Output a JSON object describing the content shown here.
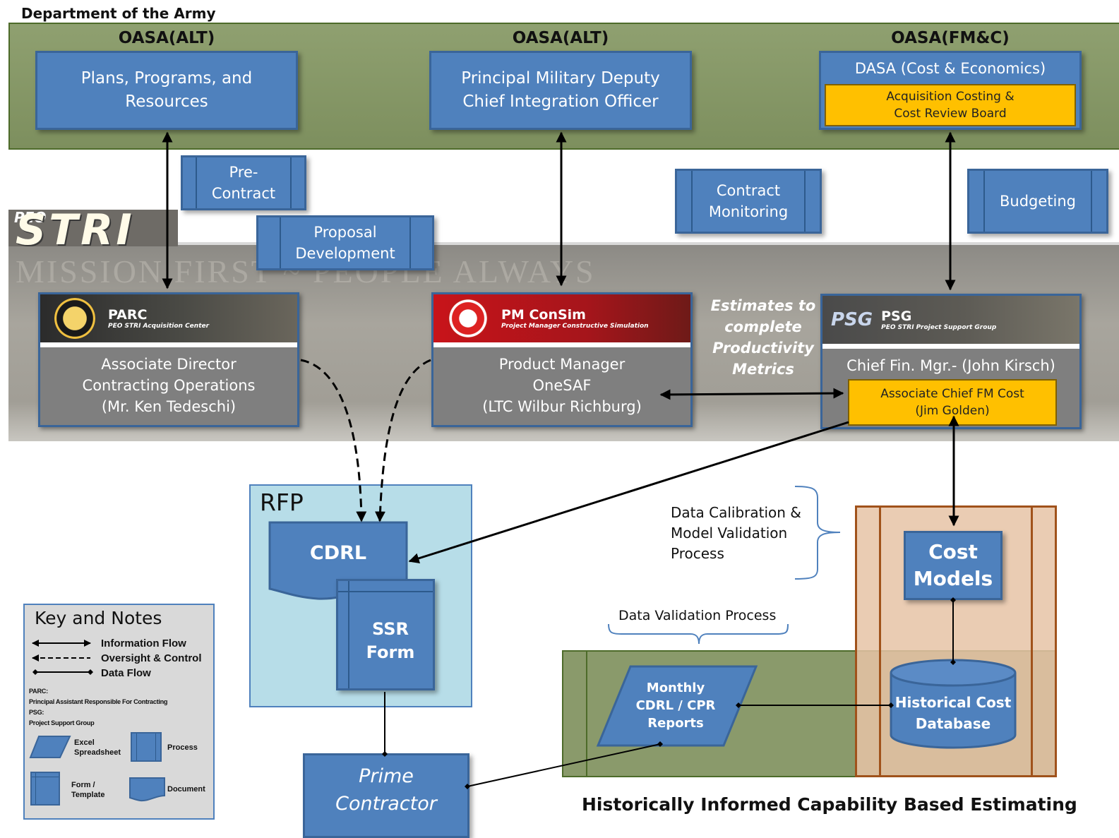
{
  "dept_label": "Department of the Army",
  "top_orgs": {
    "left_header": "OASA(ALT)",
    "center_header": "OASA(ALT)",
    "right_header": "OASA(FM&C)",
    "left_box": "Plans, Programs, and Resources",
    "center_box_line1": "Principal Military Deputy",
    "center_box_line2": "Chief Integration Officer",
    "right_box_title": "DASA (Cost & Economics)",
    "right_box_sub_line1": "Acquisition Costing &",
    "right_box_sub_line2": "Cost Review Board"
  },
  "processes": {
    "pre_contract_line1": "Pre-",
    "pre_contract_line2": "Contract",
    "proposal_line1": "Proposal",
    "proposal_line2": "Development",
    "contract_monitoring_line1": "Contract",
    "contract_monitoring_line2": "Monitoring",
    "budgeting": "Budgeting"
  },
  "peo": {
    "logo_small": "PEO",
    "logo_big": "STRI",
    "motto": "MISSION FIRST ~ PEOPLE ALWAYS"
  },
  "parc": {
    "banner_title": "PARC",
    "banner_sub": "PEO STRI Acquisition Center",
    "line1": "Associate Director",
    "line2": "Contracting Operations",
    "line3": "(Mr. Ken Tedeschi)"
  },
  "pm": {
    "banner_title": "PM ConSim",
    "banner_sub": "Project Manager Constructive Simulation",
    "line1": "Product Manager",
    "line2": "OneSAF",
    "line3": "(LTC Wilbur Richburg)"
  },
  "psg": {
    "banner_logo": "PSG",
    "banner_title": "PSG",
    "banner_sub": "PEO STRI Project Support Group",
    "line1": "Chief Fin. Mgr.- (John Kirsch)",
    "sub_line1": "Associate Chief FM Cost",
    "sub_line2": "(Jim Golden)"
  },
  "estimates_label": [
    "Estimates to",
    "complete",
    "Productivity",
    "Metrics"
  ],
  "rfp": {
    "label": "RFP",
    "cdrl": "CDRL",
    "ssr_line1": "SSR",
    "ssr_line2": "Form"
  },
  "prime_contractor": {
    "line1": "Prime",
    "line2": "Contractor"
  },
  "calibration_label": [
    "Data Calibration &",
    "Model Validation",
    "Process"
  ],
  "data_validation_label": "Data Validation Process",
  "cost_models": {
    "line1": "Cost",
    "line2": "Models"
  },
  "monthly_reports": [
    "Monthly",
    "CDRL / CPR",
    "Reports"
  ],
  "historical_db": {
    "line1": "Historical Cost",
    "line2": "Database"
  },
  "footer_title": "Historically Informed Capability Based Estimating",
  "key": {
    "title": "Key and Notes",
    "info_flow": "Information Flow",
    "oversight": "Oversight & Control",
    "data_flow": "Data Flow",
    "parc_abbr": "PARC:",
    "parc_def": "Principal Assistant Responsible For Contracting",
    "psg_abbr": "PSG:",
    "psg_def": "Project Support Group",
    "excel_line1": "Excel",
    "excel_line2": "Spreadsheet",
    "process": "Process",
    "form_line1": "Form /",
    "form_line2": "Template",
    "document": "Document"
  },
  "colors": {
    "blue_box": "#4f81bd",
    "olive_band": "#8a9a6b",
    "gold": "#ffc000",
    "rfp_fill": "#b7dde8",
    "salmon_fill": "#e6c3a6"
  }
}
